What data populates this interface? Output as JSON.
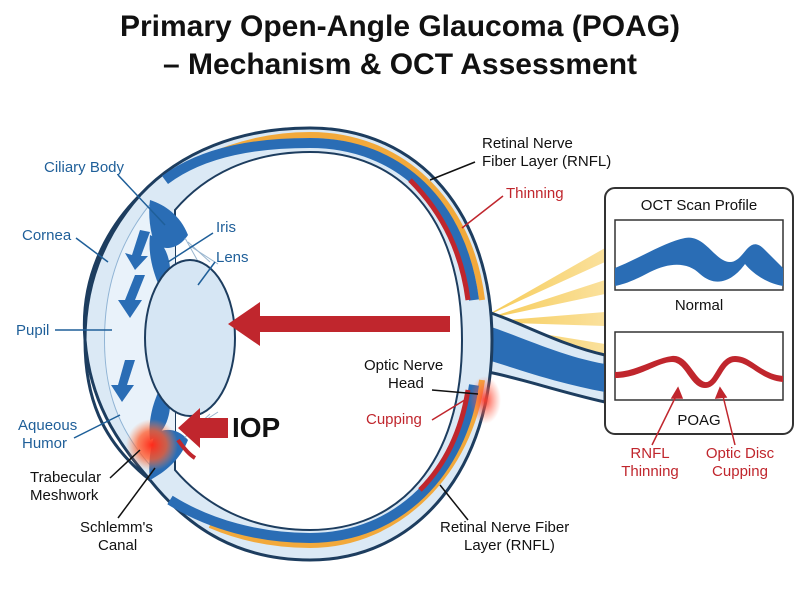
{
  "title": {
    "line1": "Primary Open-Angle Glaucoma (POAG)",
    "line2": "– Mechanism & OCT Assessment"
  },
  "labels": {
    "ciliary_body": "Ciliary Body",
    "cornea": "Cornea",
    "pupil": "Pupil",
    "aqueous_line1": "Aqueous",
    "aqueous_line2": "Humor",
    "trabecular_line1": "Trabecular",
    "trabecular_line2": "Meshwork",
    "schlemm_line1": "Schlemm's",
    "schlemm_line2": "Canal",
    "iris": "Iris",
    "lens": "Lens",
    "iop": "IOP",
    "rnfl_top_line1": "Retinal Nerve",
    "rnfl_top_line2": "Fiber Layer (RNFL)",
    "thinning": "Thinning",
    "optic_nerve_head_line1": "Optic Nerve",
    "optic_nerve_head_line2": "Head",
    "cupping": "Cupping",
    "rnfl_bottom_line1": "Retinal Nerve Fiber",
    "rnfl_bottom_line2": "Layer (RNFL)"
  },
  "oct_panel": {
    "title": "OCT Scan Profile",
    "normal_label": "Normal",
    "poag_label": "POAG",
    "rnfl_thinning_line1": "RNFL",
    "rnfl_thinning_line2": "Thinning",
    "disc_cupping_line1": "Optic Disc",
    "disc_cupping_line2": "Cupping"
  },
  "colors": {
    "label_blue": "#1f5f99",
    "rnfl_blue": "#2a6db5",
    "poag_red": "#c0262d",
    "outer_eye": "#dbe9f5",
    "choroid_orange": "#f2a93b",
    "scan_beam": "#f6c84c"
  }
}
